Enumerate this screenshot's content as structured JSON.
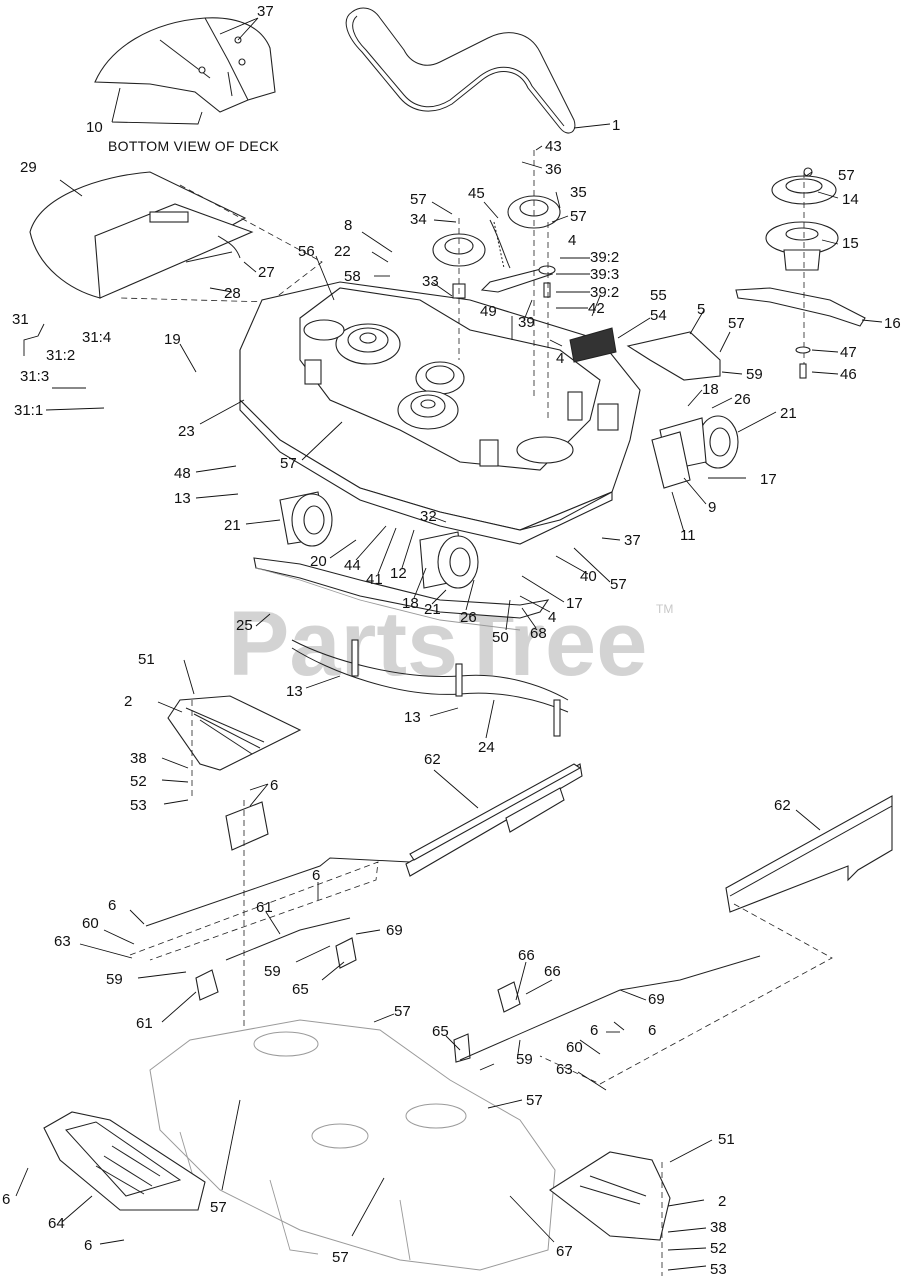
{
  "watermark": {
    "text": "PartsTree",
    "tm": "TM"
  },
  "caption": "BOTTOM VIEW OF DECK",
  "labels": [
    "37",
    "10",
    "1",
    "43",
    "36",
    "35",
    "57",
    "4",
    "39:2",
    "39:3",
    "39:2",
    "42",
    "29",
    "45",
    "57",
    "34",
    "8",
    "22",
    "58",
    "27",
    "28",
    "33",
    "56",
    "14",
    "15",
    "16",
    "57",
    "47",
    "46",
    "31",
    "31:4",
    "31:2",
    "31:3",
    "31:1",
    "19",
    "49",
    "39",
    "55",
    "54",
    "5",
    "57",
    "59",
    "4",
    "23",
    "18",
    "26",
    "21",
    "57",
    "17",
    "48",
    "13",
    "9",
    "11",
    "32",
    "37",
    "21",
    "20",
    "44",
    "41",
    "12",
    "40",
    "57",
    "18",
    "21",
    "26",
    "17",
    "4",
    "68",
    "50",
    "25",
    "13",
    "13",
    "24",
    "51",
    "2",
    "38",
    "52",
    "53",
    "6",
    "62",
    "62",
    "6",
    "6",
    "61",
    "69",
    "60",
    "63",
    "59",
    "66",
    "59",
    "65",
    "66",
    "69",
    "61",
    "6",
    "6",
    "60",
    "63",
    "57",
    "65",
    "59",
    "57",
    "51",
    "2",
    "38",
    "52",
    "53",
    "6",
    "64",
    "57",
    "6",
    "57",
    "67"
  ]
}
